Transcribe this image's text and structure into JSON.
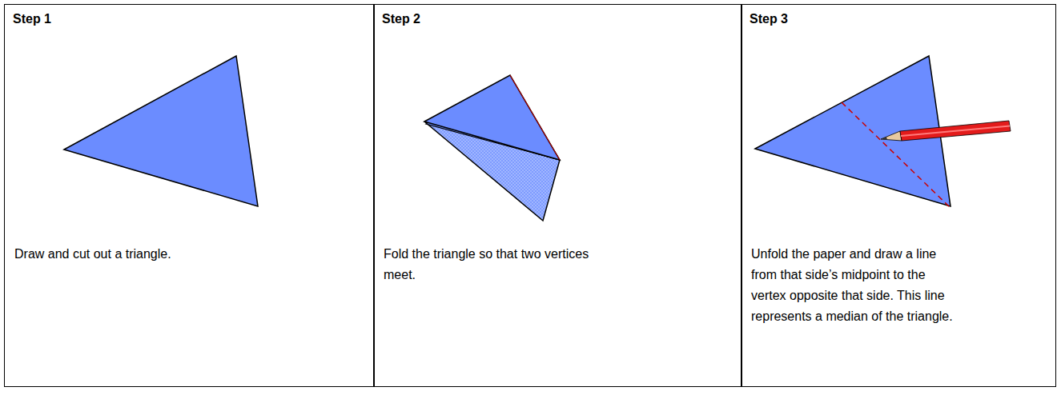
{
  "diagram": {
    "nodes": [
      {
        "text": [
          "Step 1",
          "Draw and cut out a triangle."
        ]
      },
      {
        "text": [
          "Step 2",
          "Fold the triangle so that two vertices meet."
        ]
      },
      {
        "text": [
          "Step 3",
          "Unfold the paper and draw a line from that side’s midpoint to the vertex opposite that side. This line represents a median of the triangle."
        ]
      }
    ]
  }
}
